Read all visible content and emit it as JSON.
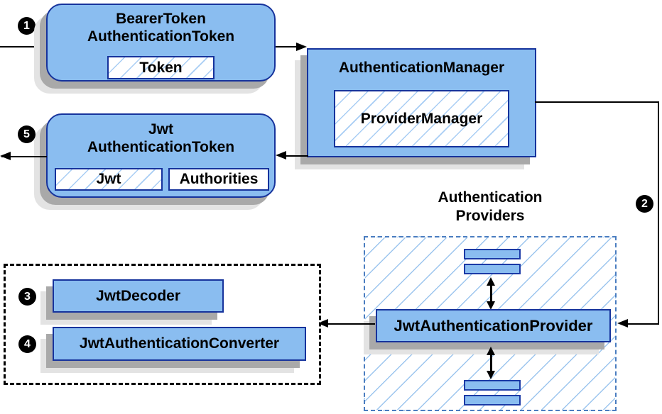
{
  "colors": {
    "node_fill": "#8abdf0",
    "node_border": "#16339c",
    "hatch_line": "#a8cdf4",
    "providers_hatch_line": "#9cc5ee",
    "providers_dashed_border": "#4a7dc0",
    "group_dashed_border": "#000000",
    "shadow_dark": "#a9a9a9",
    "shadow_light": "#e3e3e3",
    "connector": "#000000",
    "badge_bg": "#000000",
    "badge_text": "#ffffff"
  },
  "badges": {
    "step1": "1",
    "step2": "2",
    "step3": "3",
    "step4": "4",
    "step5": "5"
  },
  "bearer_token": {
    "title_line1": "BearerToken",
    "title_line2": "AuthenticationToken",
    "chip": "Token"
  },
  "authentication_manager": {
    "title": "AuthenticationManager",
    "inner": "ProviderManager"
  },
  "jwt_authentication_token": {
    "title_line1": "Jwt",
    "title_line2": "AuthenticationToken",
    "chips": [
      "Jwt",
      "Authorities"
    ]
  },
  "authentication_providers": {
    "label_line1": "Authentication",
    "label_line2": "Providers",
    "provider": "JwtAuthenticationProvider"
  },
  "converter_group": {
    "decoder": "JwtDecoder",
    "converter": "JwtAuthenticationConverter"
  }
}
